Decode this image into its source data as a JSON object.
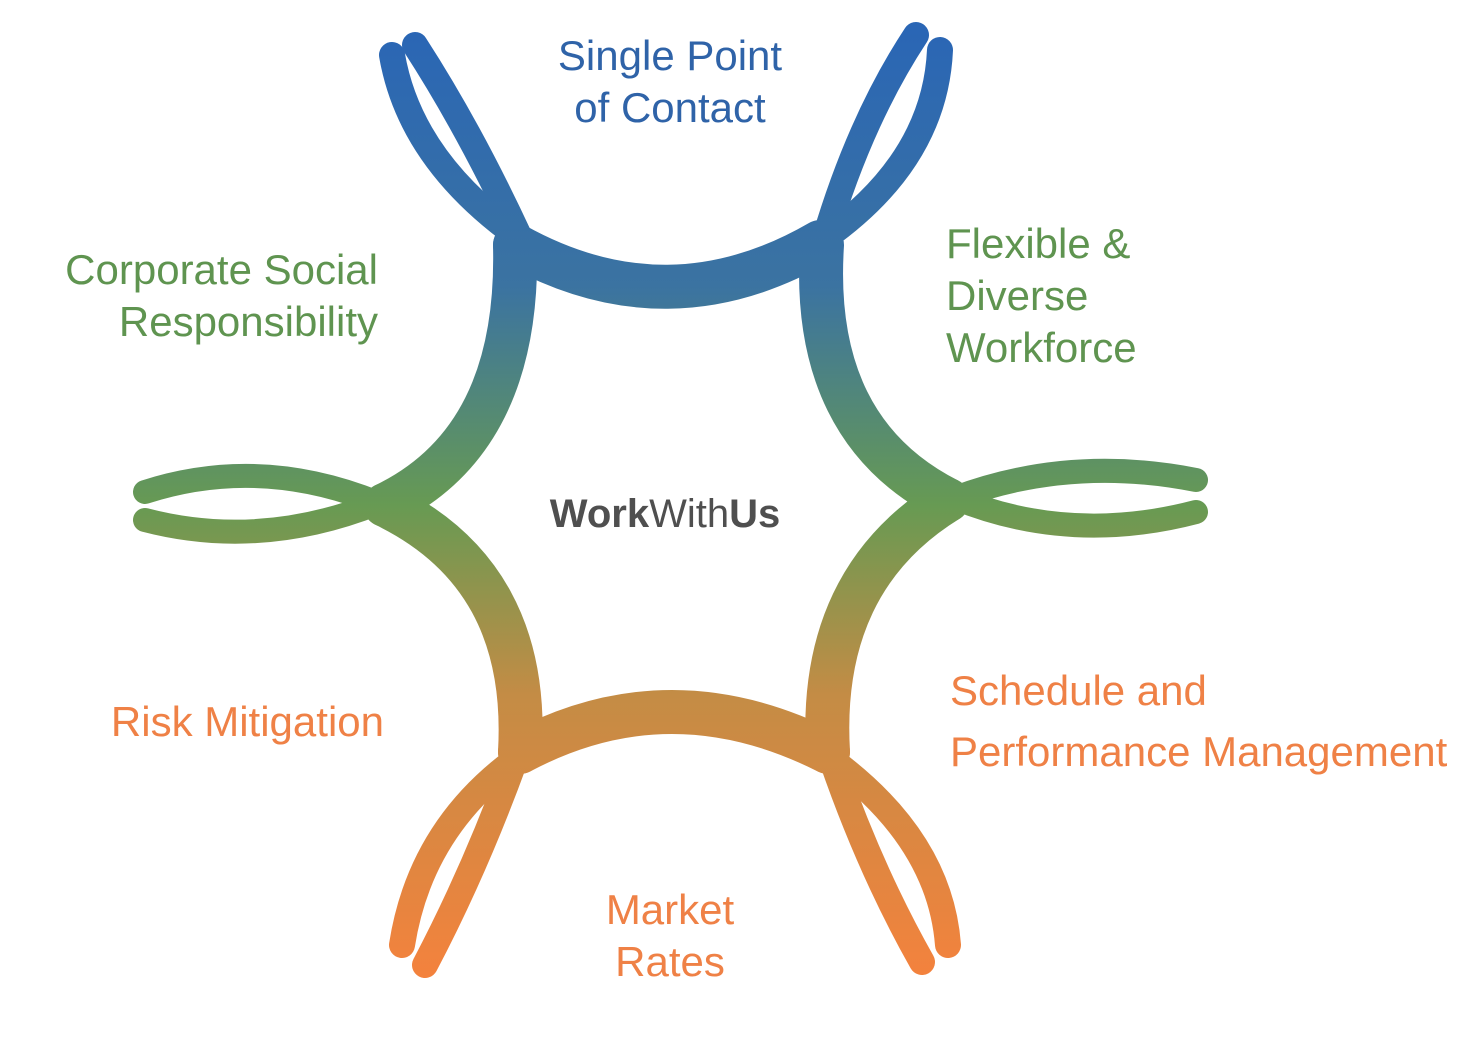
{
  "center": {
    "bold1": "Work",
    "normal": "With",
    "bold2": "Us"
  },
  "benefits": {
    "top": {
      "line1": "Single Point",
      "line2": "of Contact"
    },
    "top_right": {
      "line1": "Flexible &",
      "line2": "Diverse",
      "line3": "Workforce"
    },
    "top_left": {
      "line1": "Corporate Social",
      "line2": "Responsibility"
    },
    "bottom_right": {
      "line1": "Schedule and",
      "line2": "Performance Management"
    },
    "bottom_left": {
      "line1": "Risk Mitigation"
    },
    "bottom": {
      "line1": "Market",
      "line2": "Rates"
    }
  },
  "colors": {
    "blue": "#2a66b5",
    "green": "#679a53",
    "orange": "#f4823d",
    "center_text": "#4f4f4f"
  }
}
